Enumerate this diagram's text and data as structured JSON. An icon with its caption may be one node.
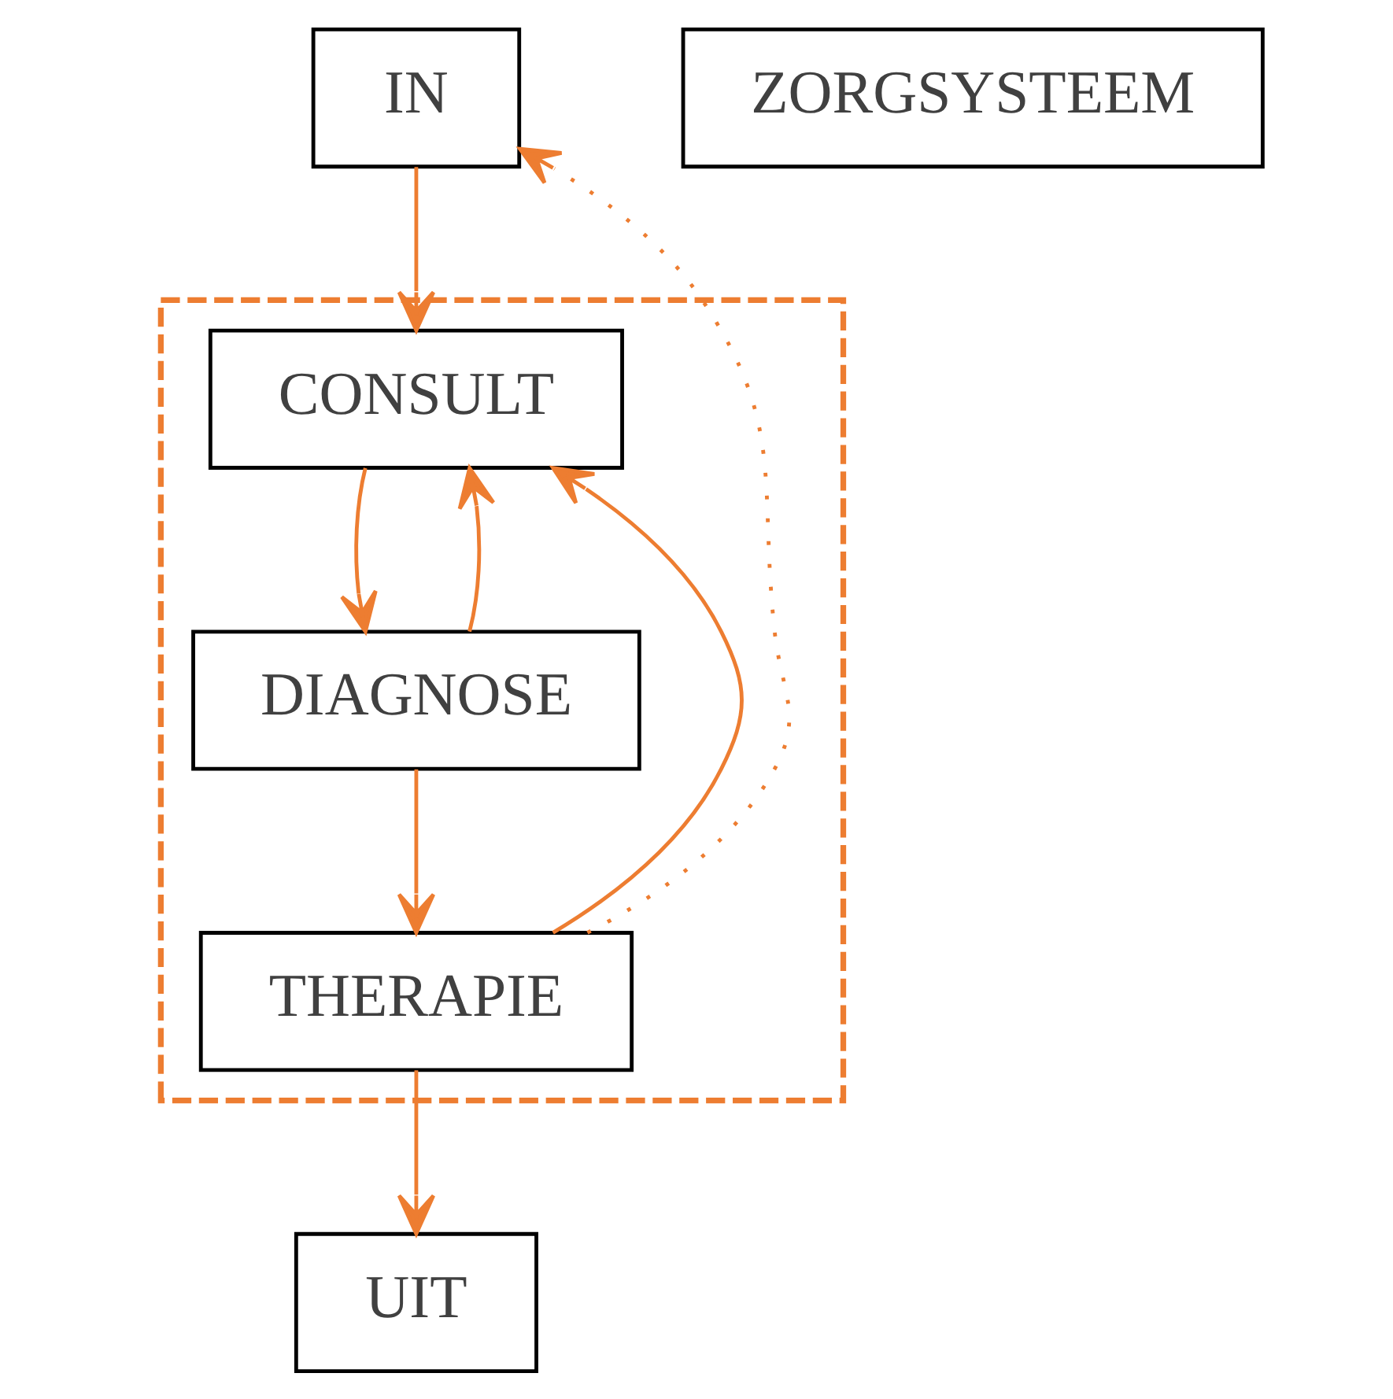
{
  "diagram": {
    "nodes": [
      {
        "text": [
          "IN"
        ]
      },
      {
        "text": [],
        "shape": "box"
      },
      {
        "text": [
          "CONSULT"
        ],
        "in": 1
      },
      {
        "text": [
          "DIAGNOSE"
        ],
        "in": 1
      },
      {
        "text": [
          "THERAPIE"
        ],
        "in": 1
      },
      {
        "text": [
          "ZORGSYSTEEM"
        ]
      },
      {
        "text": [
          "UIT"
        ]
      }
    ],
    "edges": [
      {
        "from": 0,
        "to": 2,
        "arrow": "to"
      },
      {
        "from": 2,
        "to": 3,
        "arrow": "to"
      },
      {
        "from": 3,
        "to": 4,
        "arrow": "to"
      },
      {
        "from": 4,
        "to": 6,
        "arrow": "to"
      },
      {
        "from": 3,
        "to": 2,
        "arrow": "to"
      },
      {
        "from": 4,
        "to": 2,
        "arrow": "to"
      },
      {
        "from": 4,
        "to": 0,
        "arrow": "to",
        "style": "dashed"
      }
    ]
  }
}
